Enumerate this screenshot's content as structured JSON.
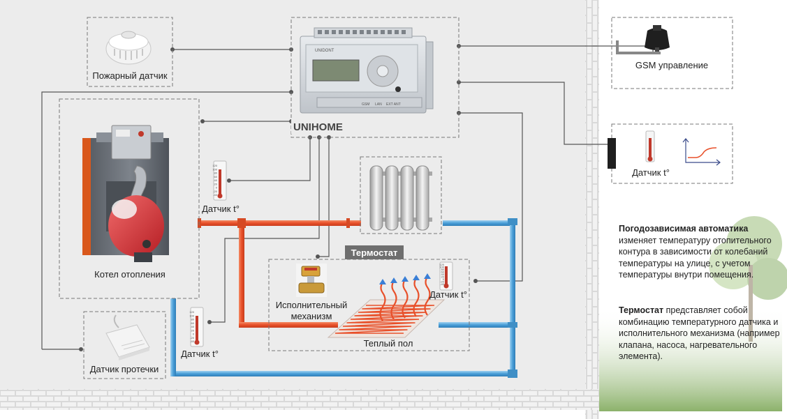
{
  "labels": {
    "fire_sensor": "Пожарный датчик",
    "controller": "UNIHOME",
    "gsm": "GSM управление",
    "outdoor_sensor": "Датчик t°",
    "boiler": "Котел отопления",
    "boiler_sensor": "Датчик t°",
    "thermostat": "Термостат",
    "actuator_line1": "Исполнительный",
    "actuator_line2": "механизм",
    "room_sensor": "Датчик t°",
    "floor": "Теплый пол",
    "leak_sensor": "Датчик протечки",
    "leak_temp_sensor": "Датчик t°",
    "device_brand": "UNIDONT",
    "device_port_lan": "LAN",
    "device_port_ant": "EXT ANT",
    "device_port_gsm": "GSM"
  },
  "notes": {
    "weather_title": "Погодозависимая автоматика",
    "weather_body": "изменяет температуру отопительного контура в зависимости от колебаний температуры на улице, с учетом температуры внутри помещения.",
    "thermostat_title": "Термостат",
    "thermostat_body": "представляет собой комбинацию температурного датчика и исполнительного механизма (например клапана, насоса, нагревательного элемента)."
  },
  "thermometer_scale": [
    "120",
    "100",
    "80",
    "60",
    "40",
    "20",
    "0",
    "-20",
    "-40"
  ],
  "colors": {
    "hot_pipe": "#e8502a",
    "cold_pipe": "#4a9fd8",
    "wall_background": "#ececec",
    "brick": "#cfcfcf",
    "dashed_border": "#777777",
    "thermostat_tag": "#6e6e6e",
    "heating_arrow": "#3a7fd6",
    "boiler_orange": "#d9581c"
  }
}
